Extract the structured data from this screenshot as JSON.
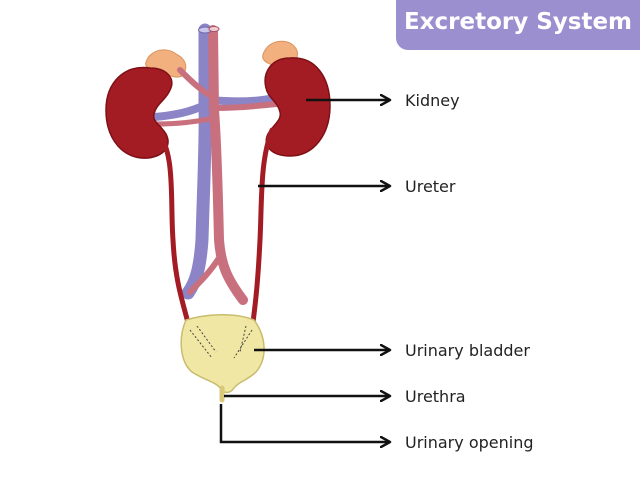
{
  "title": "Excretory System",
  "labels": {
    "kidney": "Kidney",
    "ureter": "Ureter",
    "urinary_bladder": "Urinary bladder",
    "urethra": "Urethra",
    "urinary_opening": "Urinary opening"
  },
  "colors": {
    "banner": "#9c8fd0",
    "kidney": "#a31c23",
    "vein": "#8b84c6",
    "artery": "#c9707f",
    "adrenal_gland": "#f2b07e",
    "bladder": "#f1e7a4"
  }
}
